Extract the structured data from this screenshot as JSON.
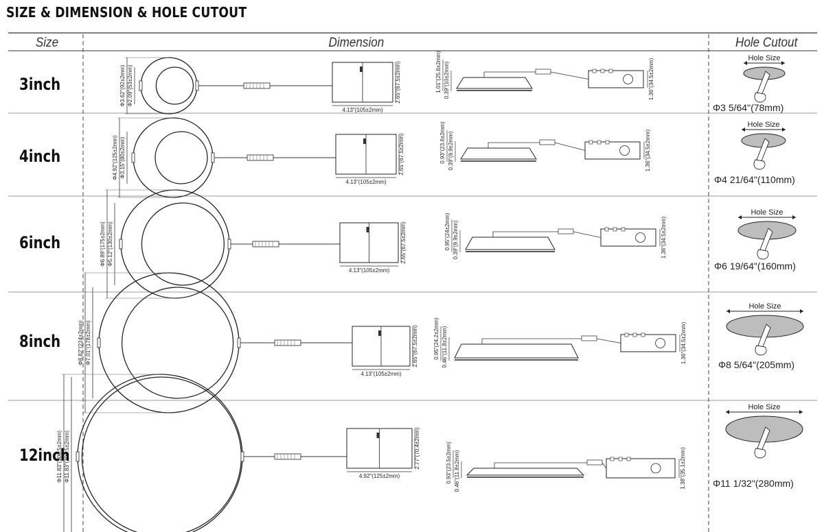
{
  "title": "SIZE & DIMENSION & HOLE CUTOUT",
  "headers": {
    "size": "Size",
    "dimension": "Dimension",
    "hole_cutout": "Hole Cutout"
  },
  "hole_size_label": "Hole Size",
  "rows": [
    {
      "size": "3inch",
      "outer_dia": "Φ3.62\"(92±2mm)",
      "inner_dia": "Φ2.09\"(53±2mm)",
      "box_w": "4.13\"(105±2mm)",
      "box_h": "2.65\"(67.5±2mm)",
      "side_h": "1.01\"(25.6±2mm)",
      "side_h2": "0.39\"(10±2mm)",
      "jbox_h": "1.36\"(34.5±2mm)",
      "cutout": "Φ3 5/64\"(78mm)"
    },
    {
      "size": "4inch",
      "outer_dia": "Φ4.92\"(125±2mm)",
      "inner_dia": "Φ3.15\"(80±2mm)",
      "box_w": "4.13\"(105±2mm)",
      "box_h": "2.65\"(67.5±2mm)",
      "side_h": "0.93\"(23.6±2mm)",
      "side_h2": "0.39\"(9.9±2mm)",
      "jbox_h": "1.36\"(34.5±2mm)",
      "cutout": "Φ4 21/64\"(110mm)"
    },
    {
      "size": "6inch",
      "outer_dia": "Φ6.89\"(175±2mm)",
      "inner_dia": "Φ5.12\"(130±2mm)",
      "box_w": "4.13\"(105±2mm)",
      "box_h": "2.65\"(67.5±2mm)",
      "side_h": "0.95\"(24±2mm)",
      "side_h2": "0.39\"(9.9±2mm)",
      "jbox_h": "1.36\"(34.5±2mm)",
      "cutout": "Φ6 19/64\"(160mm)"
    },
    {
      "size": "8inch",
      "outer_dia": "Φ8.82\"(224±2mm)",
      "inner_dia": "Φ7.01\"(178±2mm)",
      "box_w": "4.13\"(105±2mm)",
      "box_h": "2.65\"(67.5±2mm)",
      "side_h": "0.95\"(24.2±2mm)",
      "side_h2": "0.46\"(11.8±2mm)",
      "jbox_h": "1.36\"(34.5±2mm)",
      "cutout": "Φ8 5/64\"(205mm)"
    },
    {
      "size": "12inch",
      "outer_dia": "Φ11.83\"(300.5±2mm)",
      "inner_dia": "Φ11.83\"(300.5±2mm)",
      "box_w": "4.92\"(125±2mm)",
      "box_h": "2.77\"(70.4±2mm)",
      "side_h": "0.93\"(23.5±2mm)",
      "side_h2": "0.46\"(11.8±2mm)",
      "jbox_h": "1.38\"(35.1±2mm)",
      "cutout": "Φ11 1/32\"(280mm)"
    }
  ]
}
